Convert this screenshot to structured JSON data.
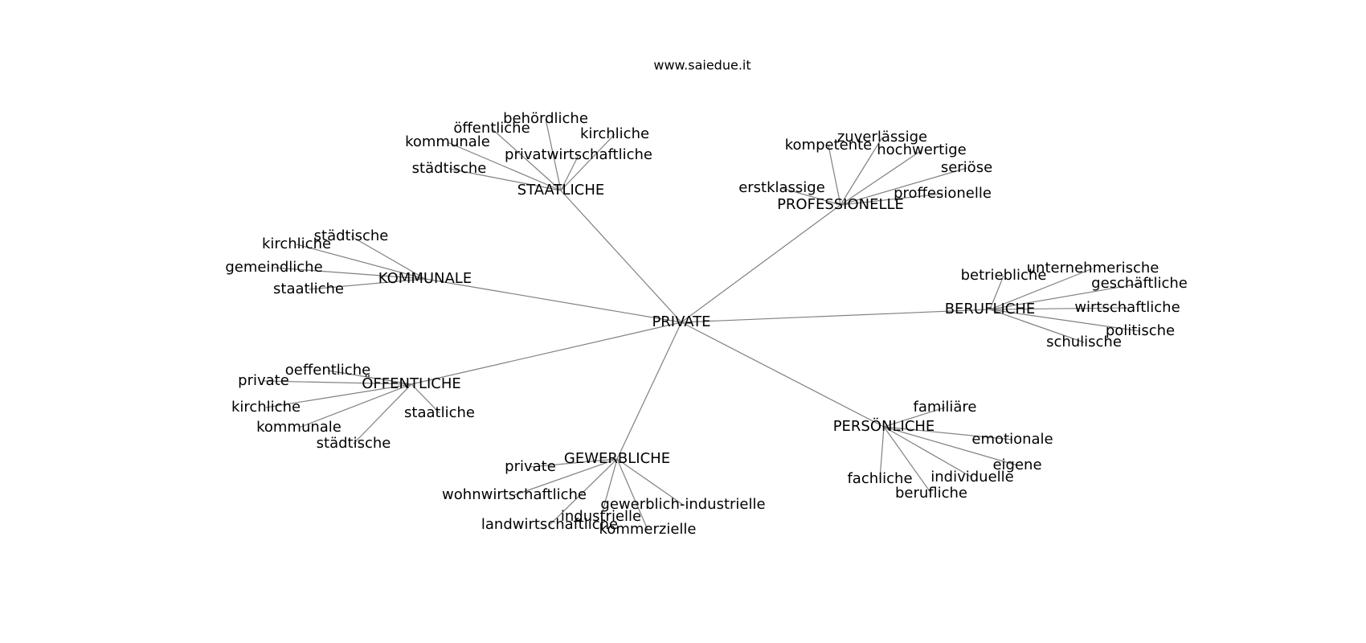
{
  "title": "www.saiedue.it",
  "colors": {
    "edge": "#808080",
    "text": "#000000",
    "background": "#ffffff"
  },
  "root": {
    "id": "root",
    "label": "PRIVATE"
  },
  "hubs": [
    {
      "id": "staatliche",
      "label": "STAATLICHE",
      "leaves": [
        "behördliche",
        "öffentliche",
        "kommunale",
        "kirchliche",
        "privatwirtschaftliche",
        "städtische"
      ]
    },
    {
      "id": "professionelle",
      "label": "PROFESSIONELLE",
      "leaves": [
        "zuverlässige",
        "kompetente",
        "hochwertige",
        "seriöse",
        "erstklassige",
        "proffesionelle"
      ]
    },
    {
      "id": "kommunale",
      "label": "KOMMUNALE",
      "leaves": [
        "städtische",
        "kirchliche",
        "gemeindliche",
        "staatliche"
      ]
    },
    {
      "id": "berufliche",
      "label": "BERUFLICHE",
      "leaves": [
        "unternehmerische",
        "betriebliche",
        "geschäftliche",
        "wirtschaftliche",
        "politische",
        "schulische"
      ]
    },
    {
      "id": "oeffentliche",
      "label": "ÖFFENTLICHE",
      "leaves": [
        "oeffentliche",
        "private",
        "kirchliche",
        "staatliche",
        "kommunale",
        "städtische"
      ]
    },
    {
      "id": "persoenliche",
      "label": "PERSÖNLICHE",
      "leaves": [
        "familiäre",
        "emotionale",
        "eigene",
        "fachliche",
        "individuelle",
        "berufliche"
      ]
    },
    {
      "id": "gewerbliche",
      "label": "GEWERBLICHE",
      "leaves": [
        "private",
        "wohnwirtschaftliche",
        "gewerblich-industrielle",
        "industrielle",
        "landwirtschaftliche",
        "kommerzielle"
      ]
    }
  ]
}
